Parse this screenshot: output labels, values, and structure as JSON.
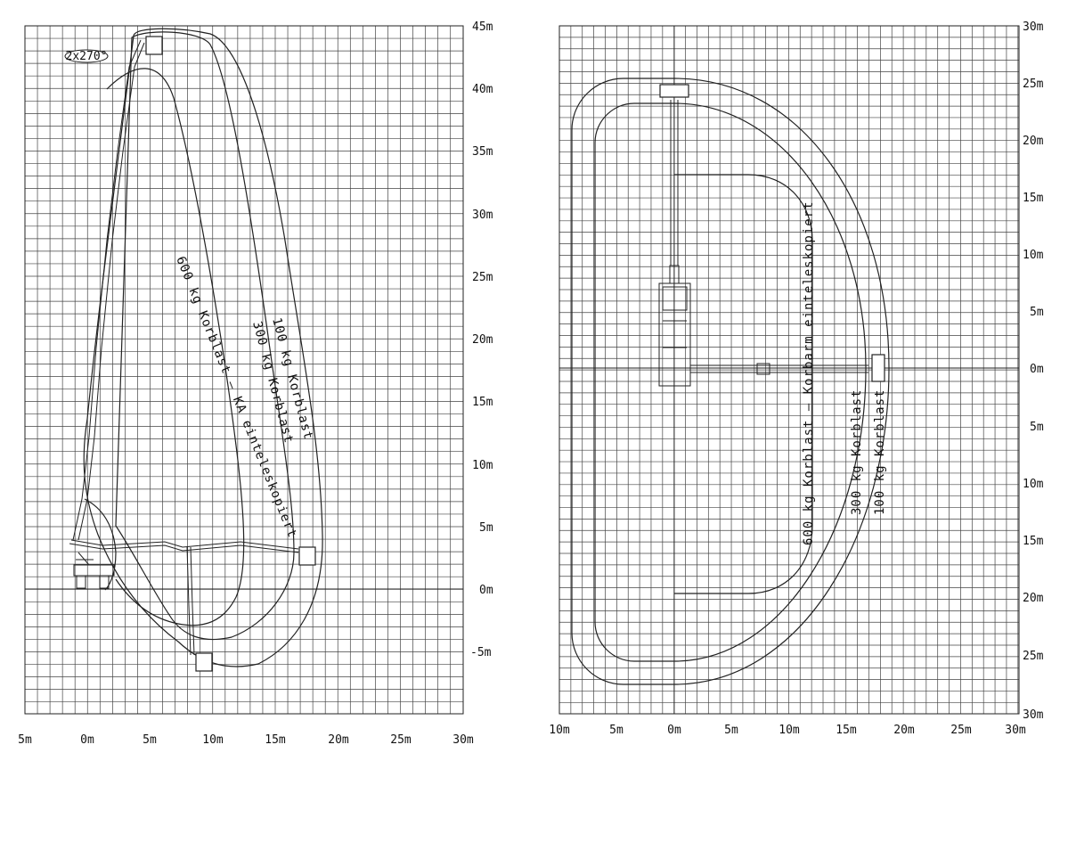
{
  "side_view": {
    "x_tick_labels": [
      "5m",
      "0m",
      "5m",
      "10m",
      "15m",
      "20m",
      "25m",
      "30m"
    ],
    "y_tick_labels": [
      "45m",
      "40m",
      "35m",
      "30m",
      "25m",
      "20m",
      "15m",
      "10m",
      "5m",
      "0m",
      "-5m"
    ],
    "rotation_badge": "2x270°",
    "envelope_labels": [
      "600 kg Korblast – KA einteleskopiert",
      "300 kg Korblast",
      "100 kg Korblast"
    ]
  },
  "top_view": {
    "x_tick_labels": [
      "10m",
      "5m",
      "0m",
      "5m",
      "10m",
      "15m",
      "20m",
      "25m",
      "30m"
    ],
    "y_tick_labels": [
      "30m",
      "25m",
      "20m",
      "15m",
      "10m",
      "5m",
      "0m",
      "5m",
      "10m",
      "15m",
      "20m",
      "25m",
      "30m"
    ],
    "envelope_labels": [
      "600 kg Korblast – Korbarm einteleskopiert",
      "300 kg Korblast",
      "100 kg Korblast"
    ]
  }
}
